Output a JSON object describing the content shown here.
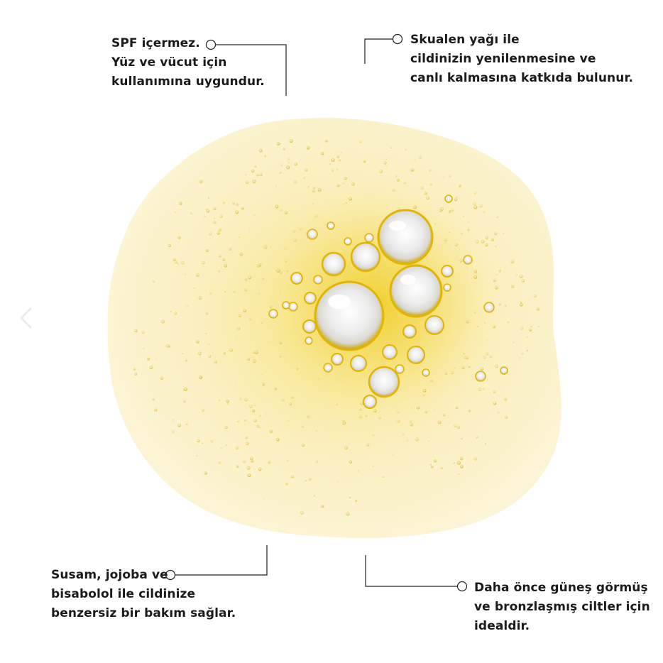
{
  "callouts": {
    "top_left": {
      "lines": [
        "SPF içermez.",
        "Yüz ve vücut için",
        "kullanımına uygundur."
      ]
    },
    "top_right": {
      "lines": [
        "Skualen yağı ile",
        "cildinizin yenilenmesine ve",
        "canlı kalmasına katkıda bulunur."
      ]
    },
    "bottom_left": {
      "lines": [
        "Susam, jojoba ve",
        "bisabolol ile cildinize",
        "benzersiz bir bakım sağlar."
      ]
    },
    "bottom_right": {
      "lines": [
        "Daha önce güneş görmüş",
        "ve bronzlaşmış ciltler için",
        "idealdir."
      ]
    }
  },
  "colors": {
    "oil_light": "#fbf4c6",
    "oil_mid": "#f7eaa0",
    "oil_core": "#f3d84e",
    "bubble_rim": "#e9b300",
    "text": "#1b1b1b",
    "line": "#222222"
  },
  "icons": {
    "prev": "chevron-left-icon",
    "marker": "circle-marker-icon"
  }
}
